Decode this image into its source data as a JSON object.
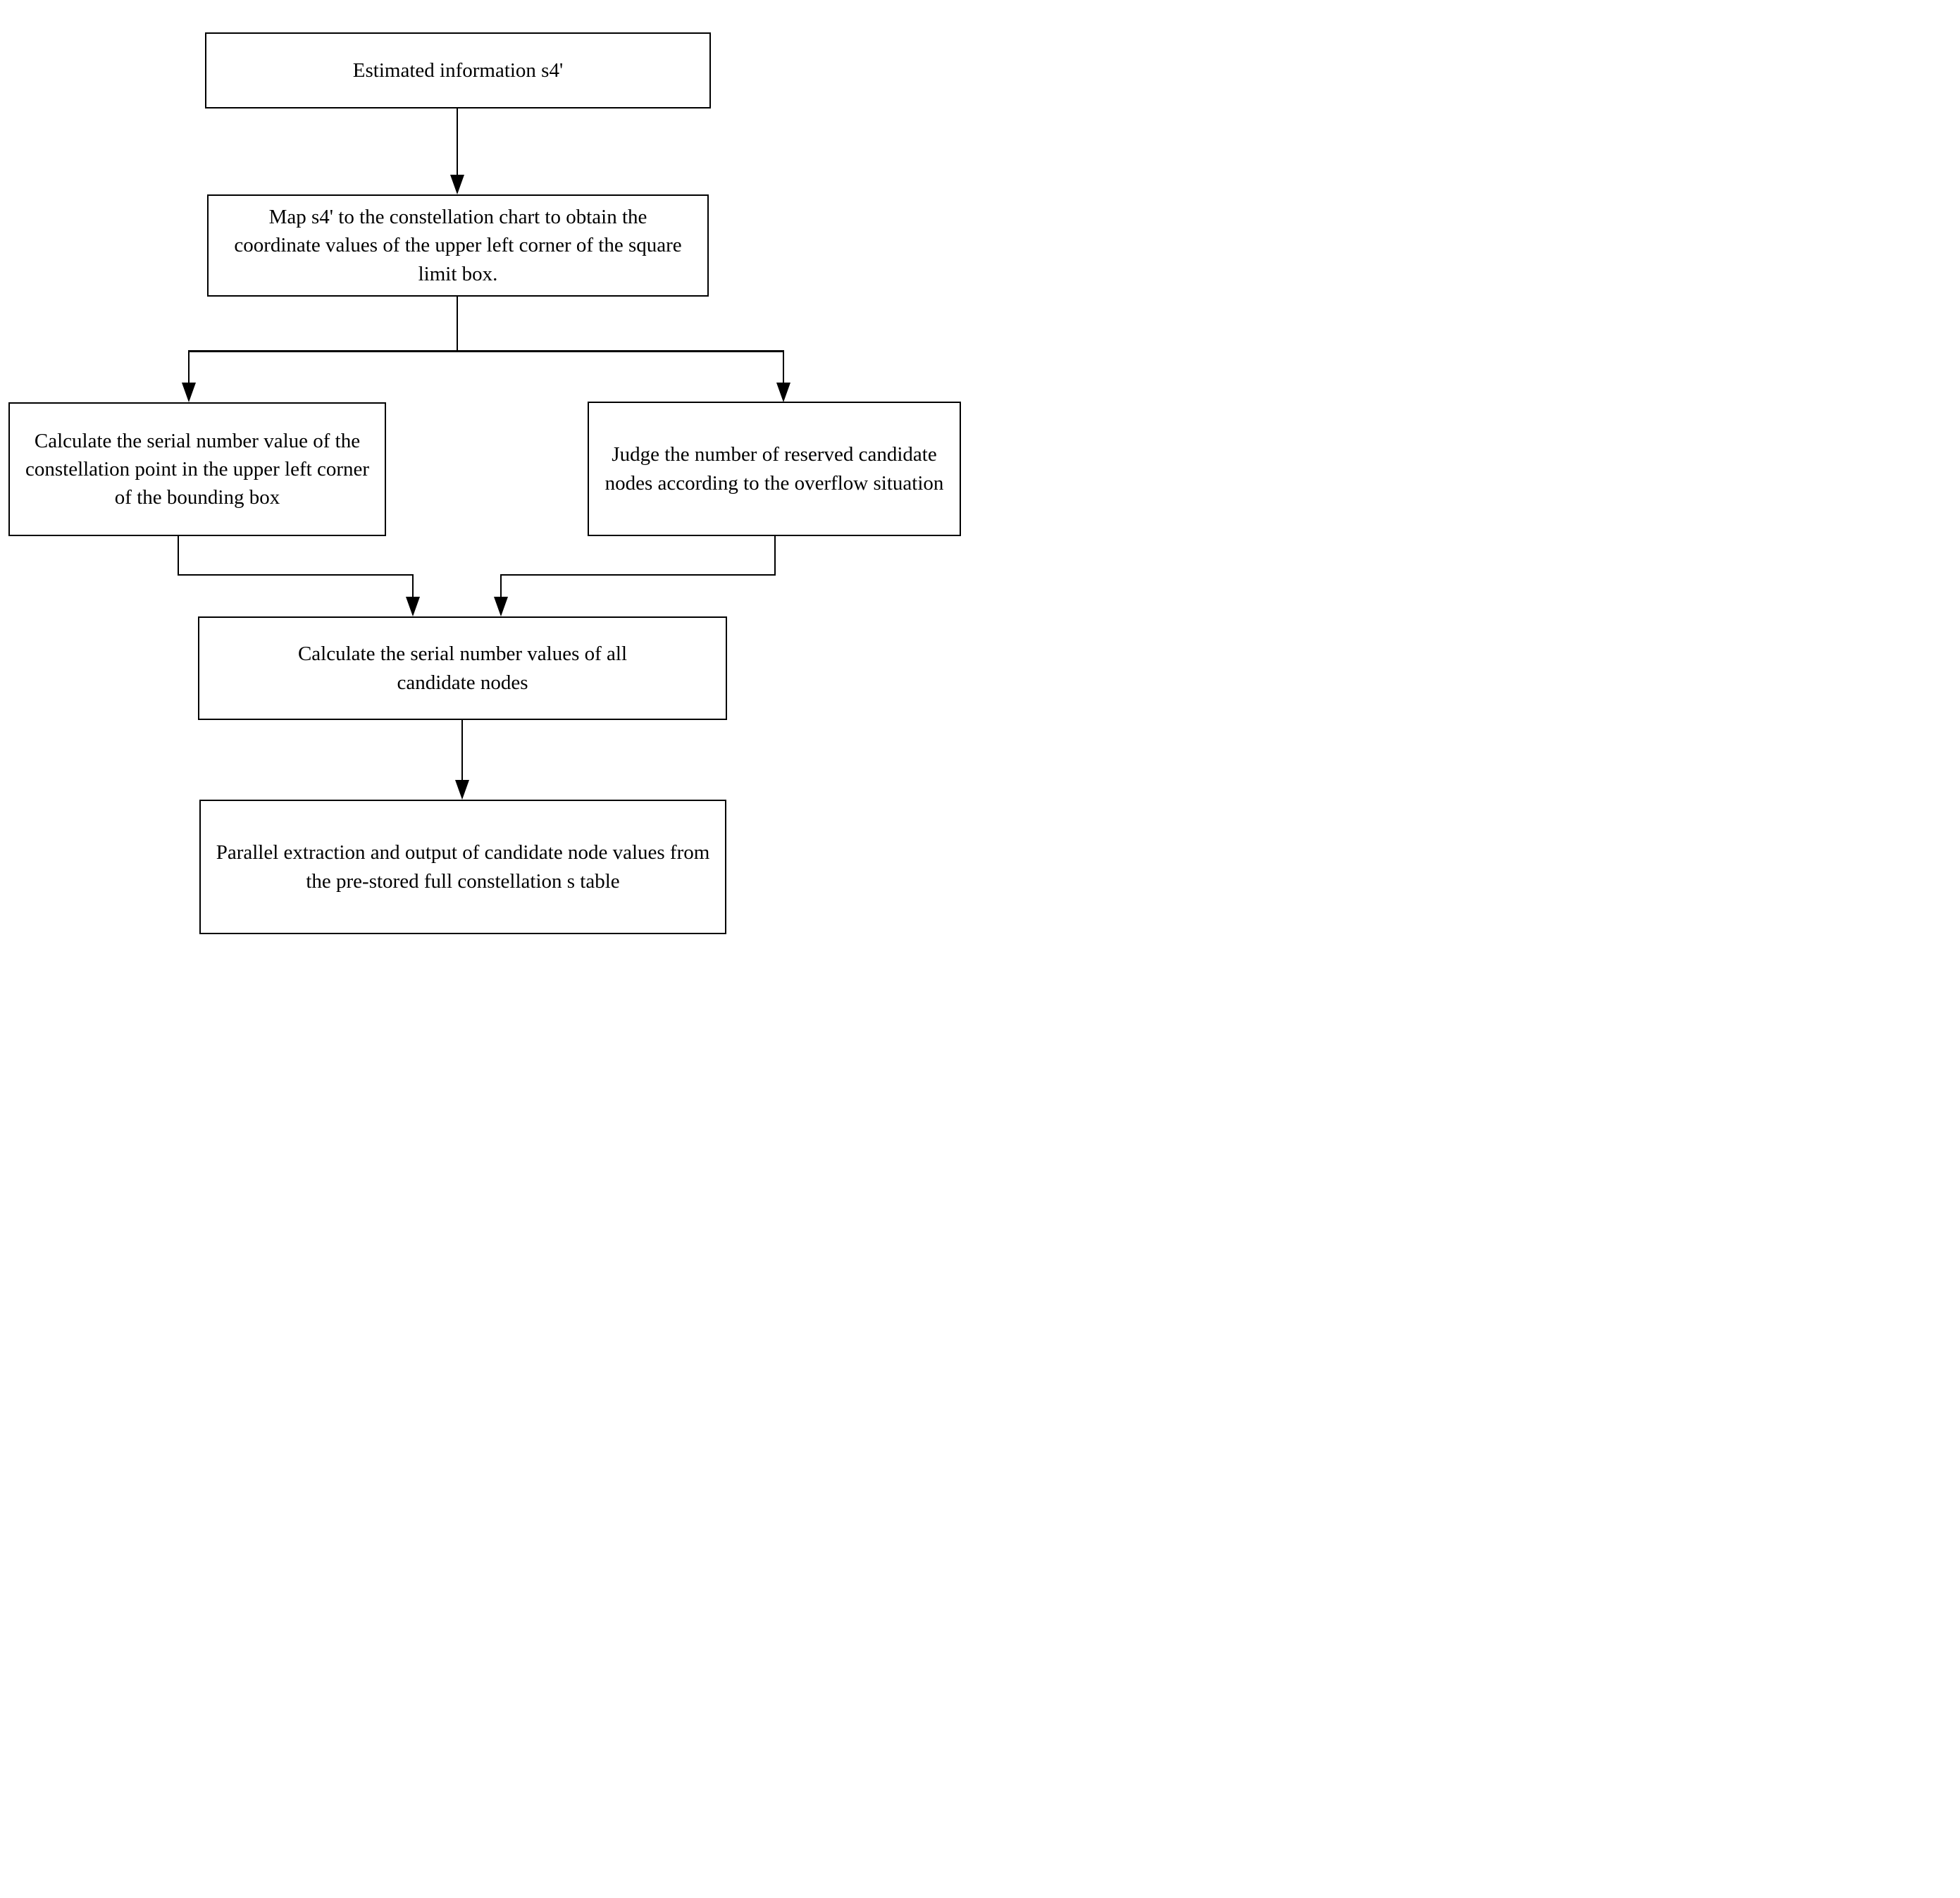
{
  "figure": {
    "type": "flowchart",
    "background_color": "#ffffff",
    "line_color": "#000000",
    "box_fill_color": "#ffffff",
    "nodes": {
      "estimated": {
        "label": "Estimated information s4'"
      },
      "map": {
        "label": "Map s4' to the constellation chart to obtain the coordinate values of the upper left corner of the square limit box."
      },
      "calc_serial": {
        "label": "Calculate the serial number value of the constellation point in the upper left corner of the bounding box"
      },
      "judge": {
        "label": "Judge the number of reserved candidate nodes according to the overflow situation"
      },
      "calc_all": {
        "label": "Calculate the serial number values of all candidate nodes"
      },
      "parallel": {
        "label": "Parallel extraction and output of candidate node values from the pre-stored full constellation s table"
      }
    },
    "edges": [
      {
        "from": "estimated",
        "to": "map",
        "style": "arrow-down"
      },
      {
        "from": "map",
        "to": "calc_serial",
        "style": "split-arrow-down"
      },
      {
        "from": "map",
        "to": "judge",
        "style": "split-arrow-down"
      },
      {
        "from": "calc_serial",
        "to": "calc_all",
        "style": "elbow-arrow-down"
      },
      {
        "from": "judge",
        "to": "calc_all",
        "style": "elbow-arrow-down"
      },
      {
        "from": "calc_all",
        "to": "parallel",
        "style": "arrow-down"
      }
    ]
  }
}
